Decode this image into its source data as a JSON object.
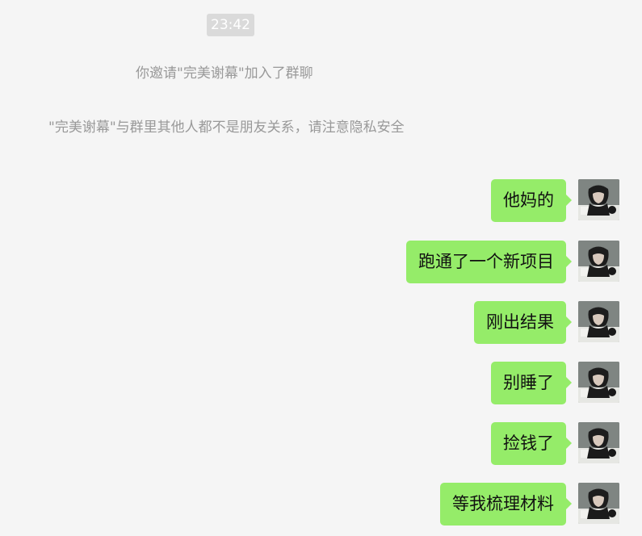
{
  "chat": {
    "timestamp": "23:42",
    "system_messages": [
      "你邀请\"完美谢幕\"加入了群聊",
      "\"完美谢幕\"与群里其他人都不是朋友关系，请注意隐私安全"
    ],
    "messages": [
      {
        "text": "他妈的",
        "sender": "self"
      },
      {
        "text": "跑通了一个新项目",
        "sender": "self"
      },
      {
        "text": "刚出结果",
        "sender": "self"
      },
      {
        "text": "别睡了",
        "sender": "self"
      },
      {
        "text": "捡钱了",
        "sender": "self"
      },
      {
        "text": "等我梳理材料",
        "sender": "self"
      }
    ],
    "bubble_color": "#95ec69",
    "background_color": "#f5f5f5",
    "avatar_icon": "user-avatar-photo"
  }
}
